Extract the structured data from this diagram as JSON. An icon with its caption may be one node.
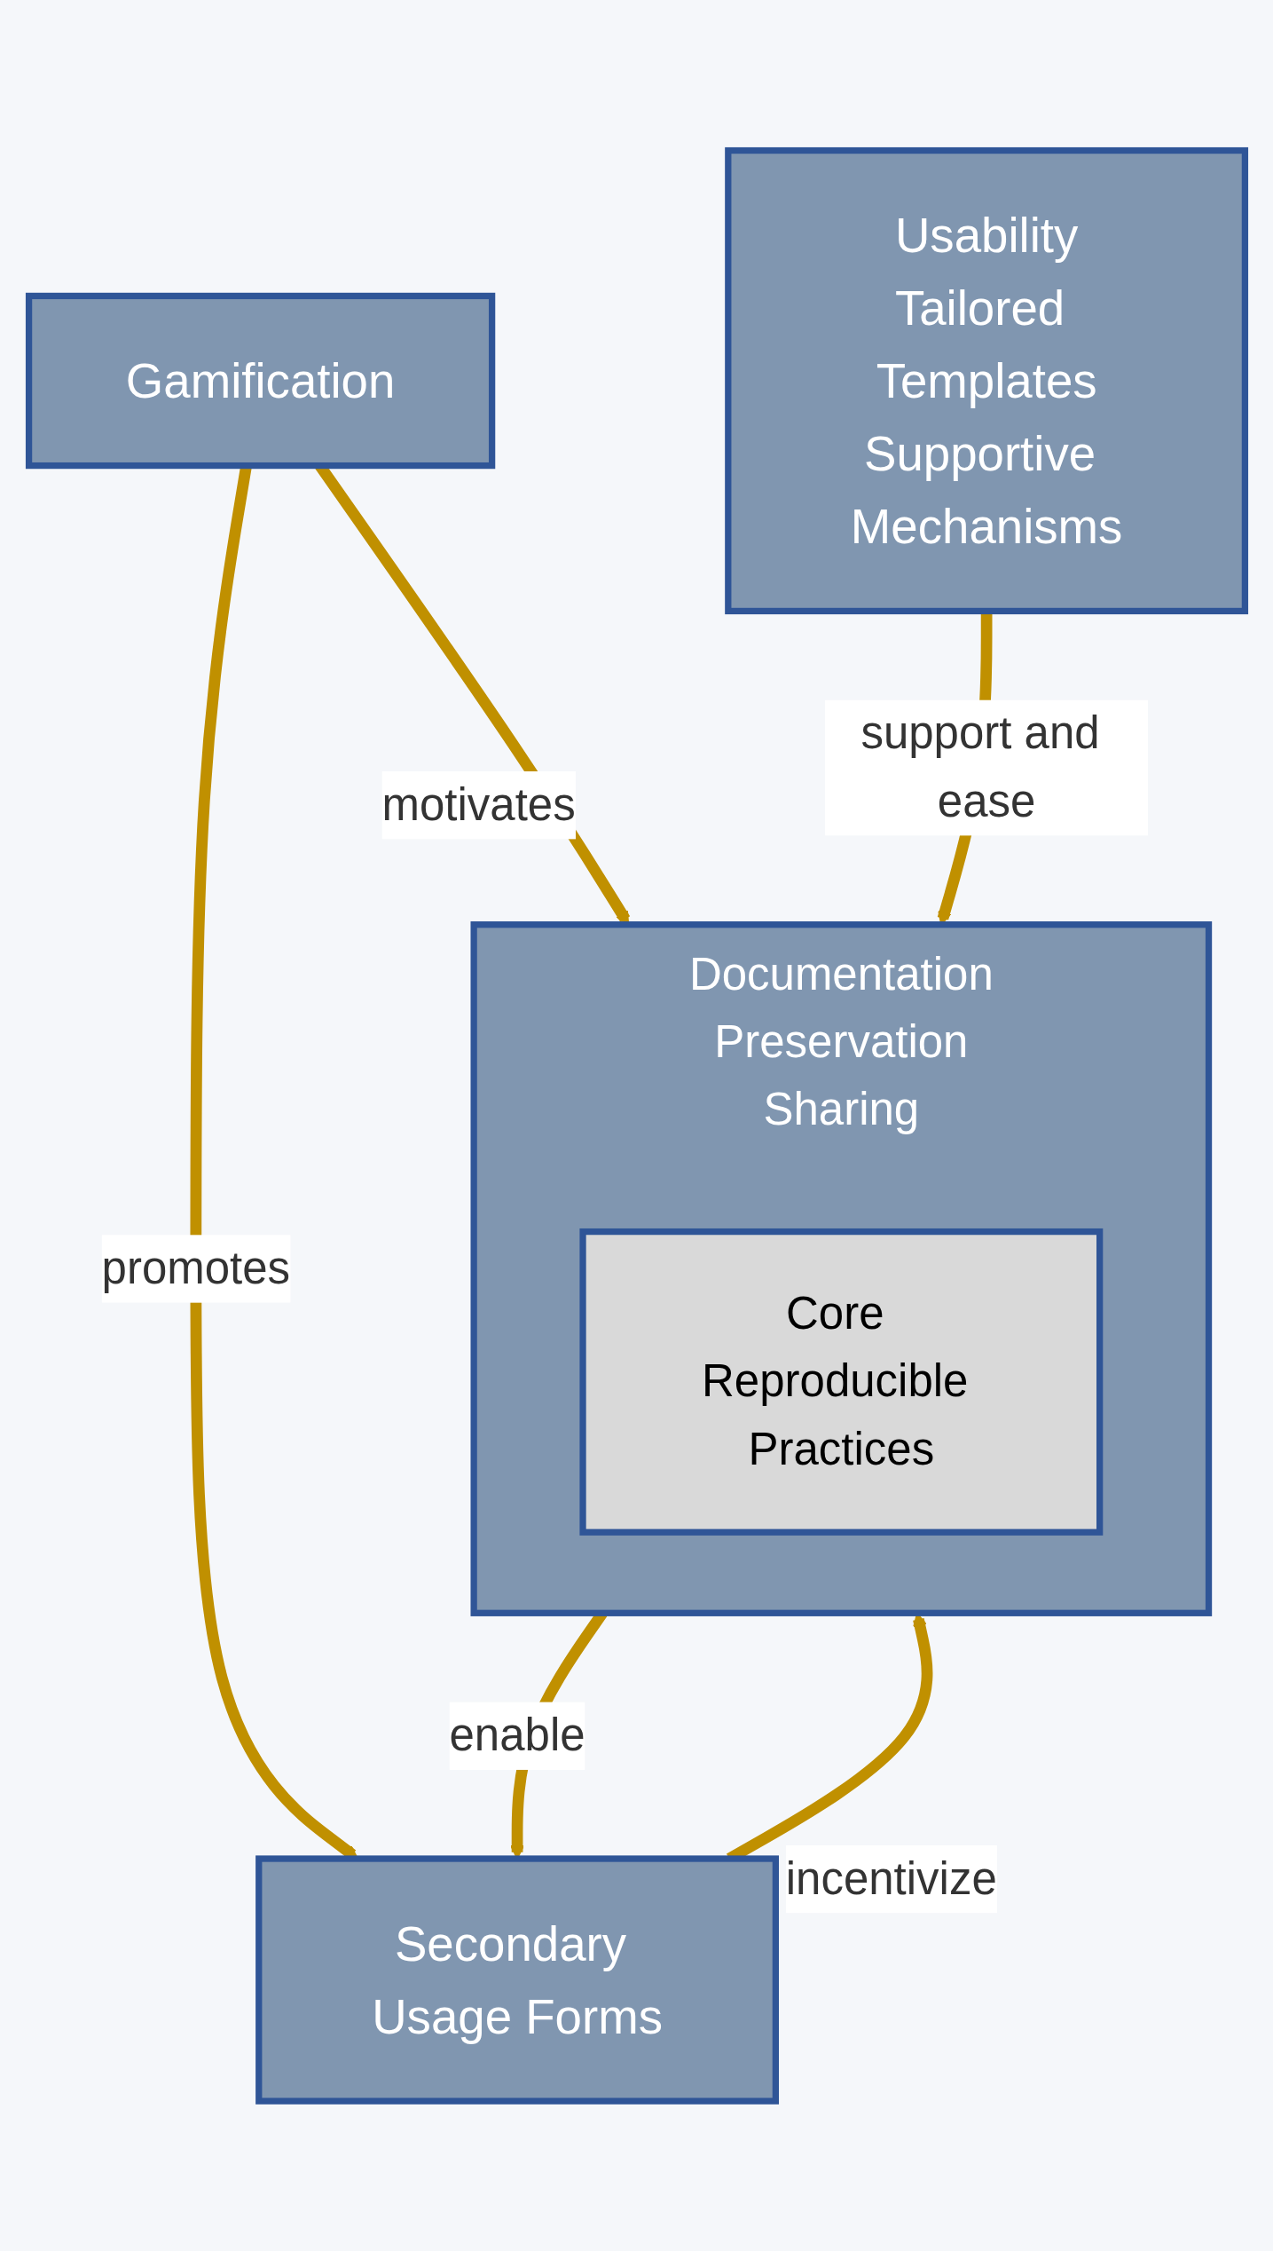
{
  "diagram": {
    "nodes": [
      {
        "text": [
          "Usability",
          "Tailored Templates",
          "Supportive Mechanisms"
        ]
      },
      {
        "text": [
          "Gamification"
        ]
      },
      {
        "text": [
          "Documentation",
          "Preservation",
          "Sharing"
        ]
      },
      {
        "text": [
          "Core Reproducible Practices"
        ],
        "in": 2
      },
      {
        "text": [
          "Secondary Usage Forms"
        ]
      }
    ],
    "edges": [
      {
        "from": 0,
        "to": 2,
        "arrow": "to",
        "label": "support and ease"
      },
      {
        "from": 1,
        "to": 2,
        "arrow": "to",
        "label": "motivates"
      },
      {
        "from": 2,
        "to": 4,
        "arrow": "to",
        "label": "enable"
      },
      {
        "from": 4,
        "to": 2,
        "arrow": "to",
        "label": "incentivize"
      },
      {
        "from": 1,
        "to": 4,
        "arrow": "to",
        "label": "promotes"
      }
    ]
  }
}
